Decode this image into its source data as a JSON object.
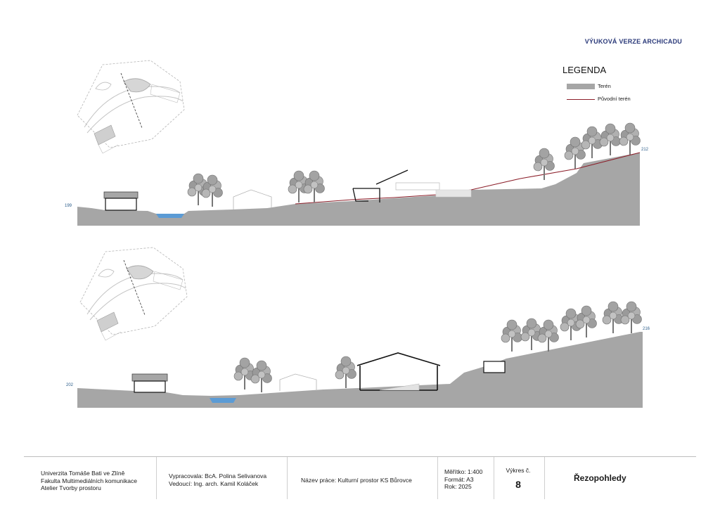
{
  "header": {
    "watermark": "VÝUKOVÁ VERZE ARCHICADU"
  },
  "legend": {
    "title": "LEGENDA",
    "items": [
      {
        "label": "Terén",
        "color": "#a6a6a6",
        "kind": "fill"
      },
      {
        "label": "Původní terén",
        "color": "#8c1f2a",
        "kind": "line"
      }
    ]
  },
  "sections": [
    {
      "elevation_left": "199",
      "elevation_right": "212"
    },
    {
      "elevation_left": "202",
      "elevation_right": "216"
    }
  ],
  "colors": {
    "terrain": "#a6a6a6",
    "water": "#5b9bd5",
    "original_terrain": "#8c1f2a",
    "text_blue": "#2b3a7a"
  },
  "footer": {
    "school": {
      "line1": "Univerzita Tomáše Bati ve Zlíně",
      "line2": "Fakulta Multimediálních komunikace",
      "line3": "Atelier Tvorby prostoru"
    },
    "authors": {
      "line1": "Vypracovala: BcA. Polina Selivanova",
      "line2": "Vedoucí: Ing. arch. Kamil Koláček"
    },
    "project": {
      "line1": "Název práce: Kulturní prostor KS Bůrovce"
    },
    "meta": {
      "scale": "Měřítko: 1:400",
      "format": "Formát: A3",
      "year": "Rok: 2025"
    },
    "sheet": {
      "label": "Výkres č.",
      "number": "8"
    },
    "title": "Řezopohledy"
  }
}
